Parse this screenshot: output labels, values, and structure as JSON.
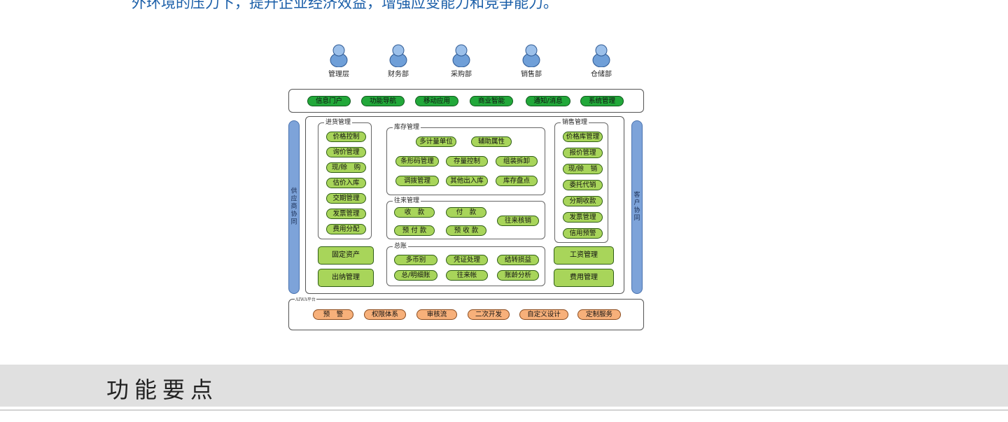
{
  "intro": {
    "text": "外环境的压力下，提升企业经济效益，增强应变能力和竞争能力。"
  },
  "diagram": {
    "roles": [
      "管理层",
      "财务部",
      "采购部",
      "销售部",
      "仓储部"
    ],
    "portal": [
      "信息门户",
      "功能导航",
      "移动应用",
      "商业智能",
      "通知/消息",
      "系统管理"
    ],
    "left_side_label": "供应商协同",
    "right_side_label": "客户协同",
    "purchase": {
      "title": "进货管理",
      "items": [
        "价格控制",
        "询价管理",
        "现/赊　购",
        "估价入库",
        "交期管理",
        "发票管理",
        "费用分配"
      ]
    },
    "inventory": {
      "title": "库存管理",
      "row1": [
        "多计量单位",
        "辅助属性"
      ],
      "row2": [
        "条形码管理",
        "存量控制",
        "组装拆卸"
      ],
      "row3": [
        "调拨管理",
        "其他出入库",
        "库存盘点"
      ]
    },
    "transactions": {
      "title": "往来管理",
      "items": [
        "收　款",
        "付　款",
        "预 付 款",
        "预 收 款"
      ],
      "side": "往来核销"
    },
    "ledger": {
      "title": "总账",
      "row1": [
        "多币别",
        "凭证处理",
        "结转损益"
      ],
      "row2": [
        "总/明细账",
        "往来帐",
        "账龄分析"
      ]
    },
    "sales": {
      "title": "销售管理",
      "items": [
        "价格库管理",
        "报价管理",
        "现/赊　销",
        "委托代销",
        "分期收款",
        "发票管理",
        "信用预警"
      ]
    },
    "left_bottom": [
      "固定资产",
      "出纳管理"
    ],
    "right_bottom": [
      "工资管理",
      "费用管理"
    ],
    "platform": {
      "title": "AIWA平台",
      "items": [
        "预　警",
        "权限体系",
        "审核流",
        "二次开发",
        "自定义设计",
        "定制服务"
      ]
    }
  },
  "section": {
    "title": "功能要点"
  },
  "colors": {
    "intro_text": "#1a5ea8",
    "green": "#a8d55a",
    "dark_green": "#22a83a",
    "orange": "#f7b07a",
    "side_blue": "#7da3d9",
    "banner": "#e0e0e0"
  }
}
